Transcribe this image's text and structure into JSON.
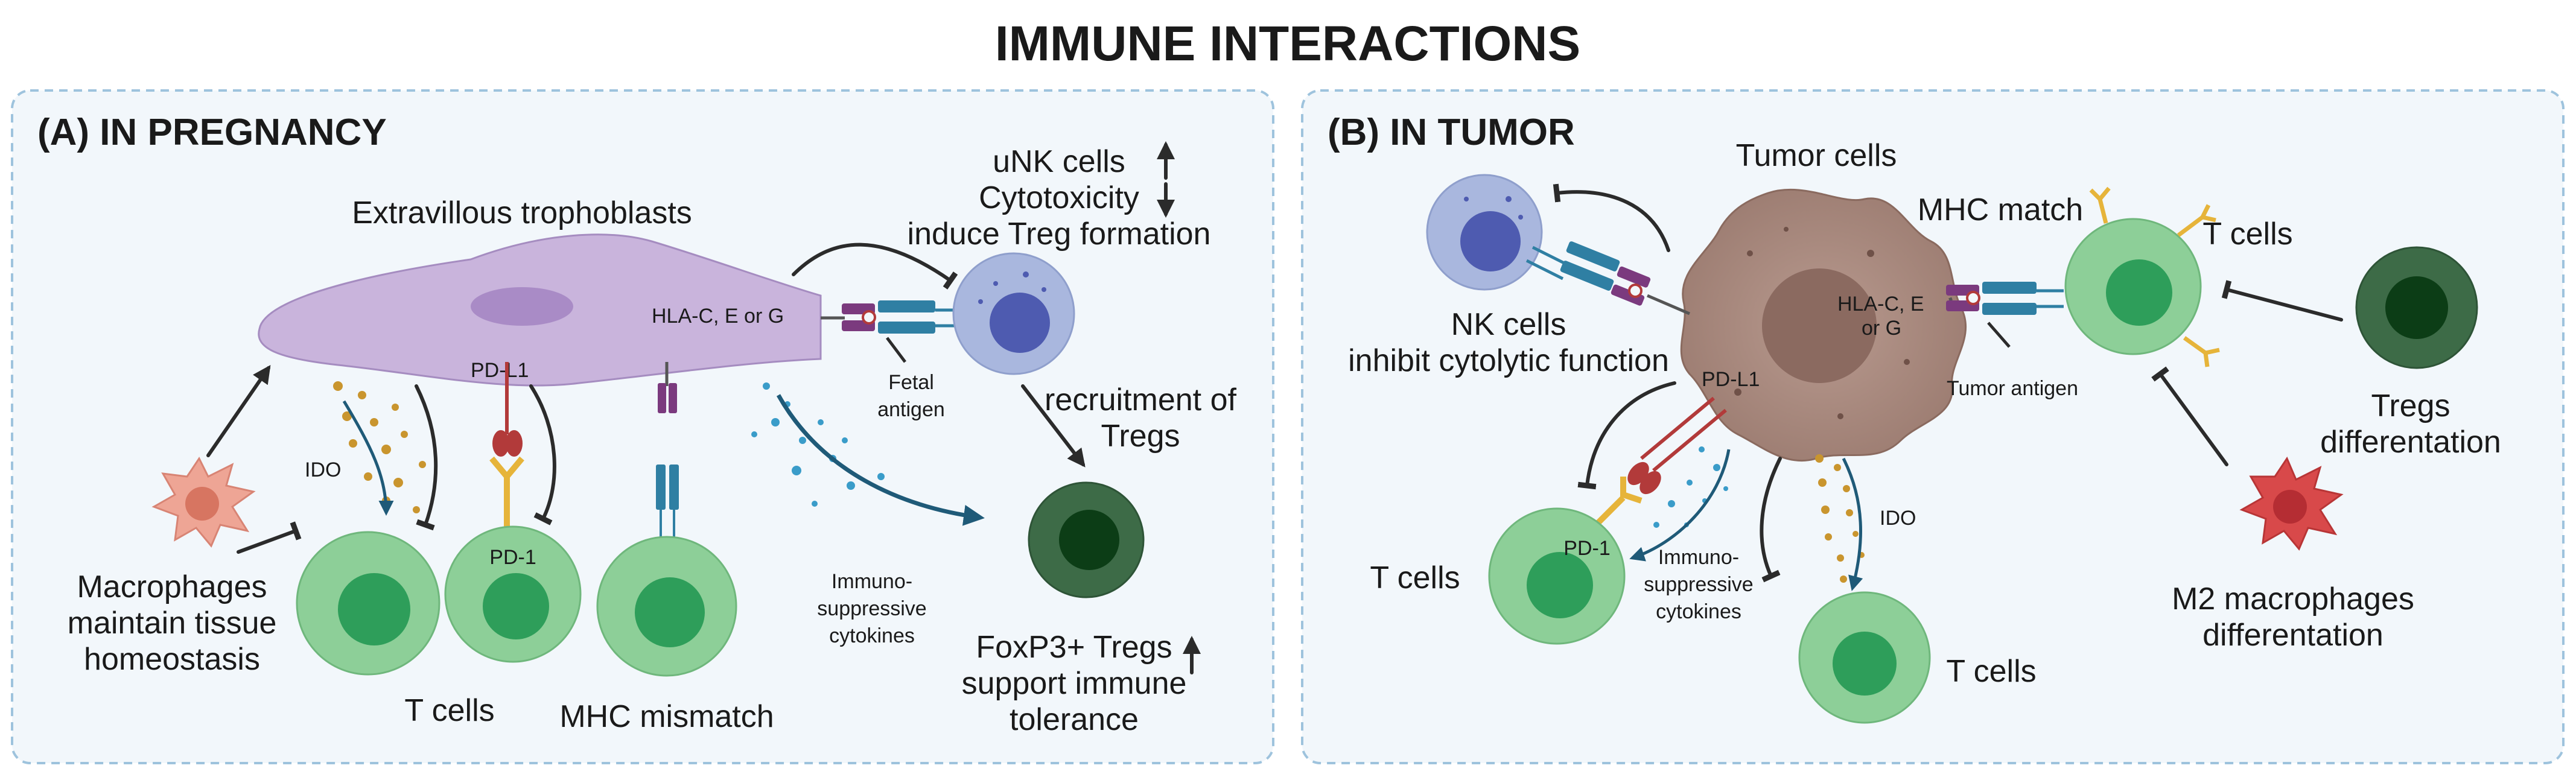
{
  "title": "IMMUNE INTERACTIONS",
  "panel_a": {
    "heading": "(A) IN PREGNANCY",
    "trophoblast_label": "Extravillous trophoblasts",
    "hla_label": "HLA-C, E or G",
    "pdl1_label": "PD-L1",
    "pd1_label": "PD-1",
    "ido_label": "IDO",
    "unk_line1": "uNK cells",
    "unk_line2": "Cytotoxicity",
    "unk_line3": "induce Treg formation",
    "fetal_antigen_line1": "Fetal",
    "fetal_antigen_line2": "antigen",
    "recruitment_line1": "recruitment of",
    "recruitment_line2": "Tregs",
    "cytokines_line1": "Immuno-",
    "cytokines_line2": "suppressive",
    "cytokines_line3": "cytokines",
    "macrophage_line1": "Macrophages",
    "macrophage_line2": "maintain tissue",
    "macrophage_line3": "homeostasis",
    "tcells_label": "T cells",
    "mhc_mismatch_label": "MHC mismatch",
    "foxp3_line1": "FoxP3+ Tregs",
    "foxp3_line2": "support immune",
    "foxp3_line3": "tolerance"
  },
  "panel_b": {
    "heading": "(B) IN TUMOR",
    "tumor_label": "Tumor cells",
    "nk_line1": "NK cells",
    "nk_line2": "inhibit cytolytic function",
    "mhc_match_label": "MHC match",
    "tcells_top_label": "T cells",
    "hla_line1": "HLA-C, E",
    "hla_line2": "or G",
    "tumor_antigen_label": "Tumor antigen",
    "tregs_line1": "Tregs",
    "tregs_line2": "differentation",
    "pdl1_label": "PD-L1",
    "pd1_label": "PD-1",
    "tcells_left_label": "T cells",
    "cytokines_line1": "Immuno-",
    "cytokines_line2": "suppressive",
    "cytokines_line3": "cytokines",
    "ido_label": "IDO",
    "tcells_bottom_label": "T cells",
    "m2_line1": "M2 macrophages",
    "m2_line2": "differentation"
  },
  "colors": {
    "panel_fill": "#f2f7fb",
    "panel_border": "#9ec3dd",
    "trophoblast": "#c9b4dc",
    "tcell": "#8dcf98",
    "tcell_nucleus": "#2e9e5a",
    "nk_cell": "#a9b7de",
    "nk_nucleus": "#4e5bb0",
    "treg": "#3d6b47",
    "treg_nucleus": "#0c3d16",
    "tumor": "#a5857a",
    "macrophage": "#eea595",
    "m2_macrophage": "#d8494a",
    "receptor_purple": "#7b3a7e",
    "receptor_blue": "#2f7fa3",
    "pd1_yellow": "#e6b43a",
    "pdl1_red": "#b23a3a",
    "ido_dot": "#c9952e",
    "cytokine_dot": "#3a9cc9"
  }
}
